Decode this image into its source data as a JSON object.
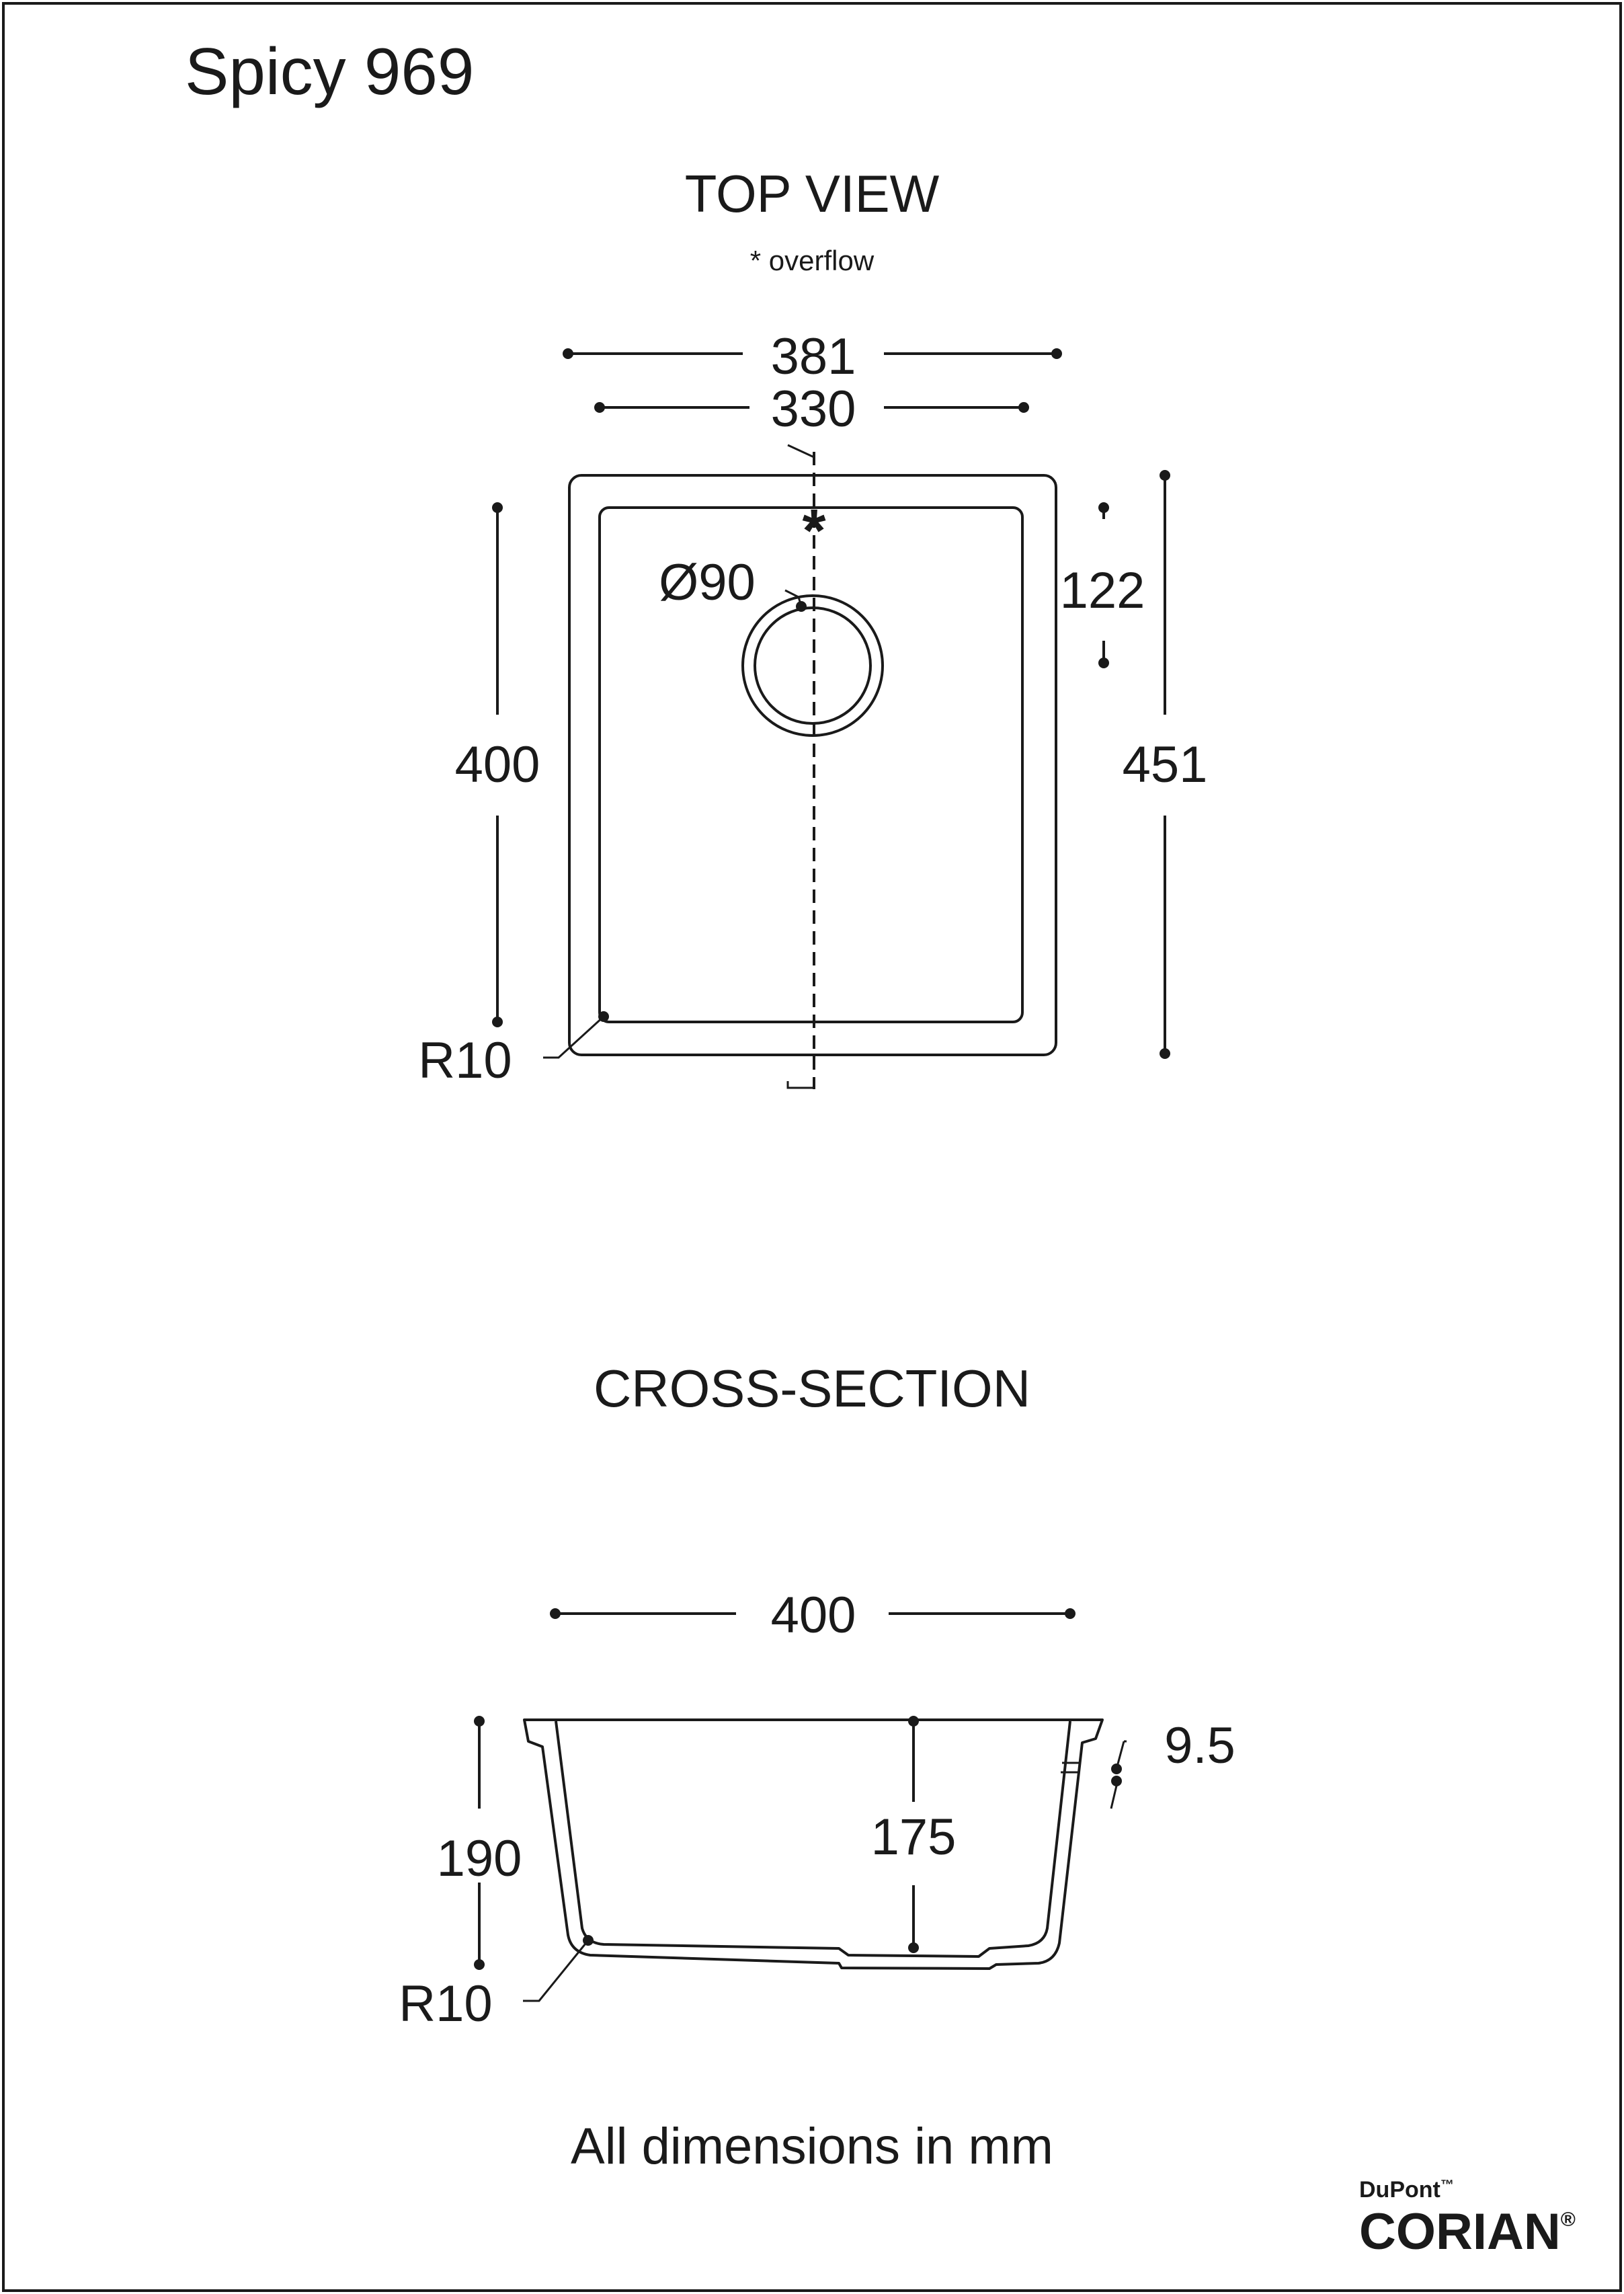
{
  "title": "Spicy 969",
  "top_view": {
    "heading": "TOP VIEW",
    "note": "* overflow",
    "overflow_mark": "*",
    "dims": {
      "outer_width": "381",
      "inner_width": "330",
      "inner_length": "400",
      "outer_length": "451",
      "drain_offset": "122",
      "drain_diameter": "Ø90",
      "corner_radius": "R10"
    }
  },
  "cross_section": {
    "heading": "CROSS-SECTION",
    "dims": {
      "width": "400",
      "outer_depth": "190",
      "inner_depth": "175",
      "wall_thickness": "9.5",
      "corner_radius": "R10"
    }
  },
  "footer": "All dimensions in mm",
  "brand": {
    "maker": "DuPont",
    "maker_tm": "™",
    "product": "CORIAN",
    "product_reg": "®"
  },
  "colors": {
    "ink": "#1a1a1a",
    "paper": "#ffffff"
  }
}
